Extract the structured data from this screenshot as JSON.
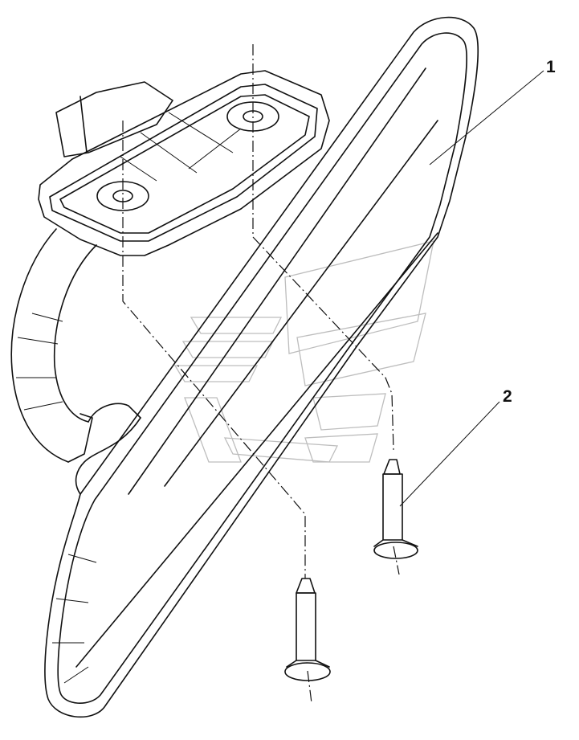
{
  "callouts": [
    {
      "number": "1",
      "part": "mirror"
    },
    {
      "number": "2",
      "part": "screw"
    }
  ],
  "colors": {
    "line": "#111111",
    "background": "#ffffff",
    "watermark": "#bdbdbd"
  }
}
